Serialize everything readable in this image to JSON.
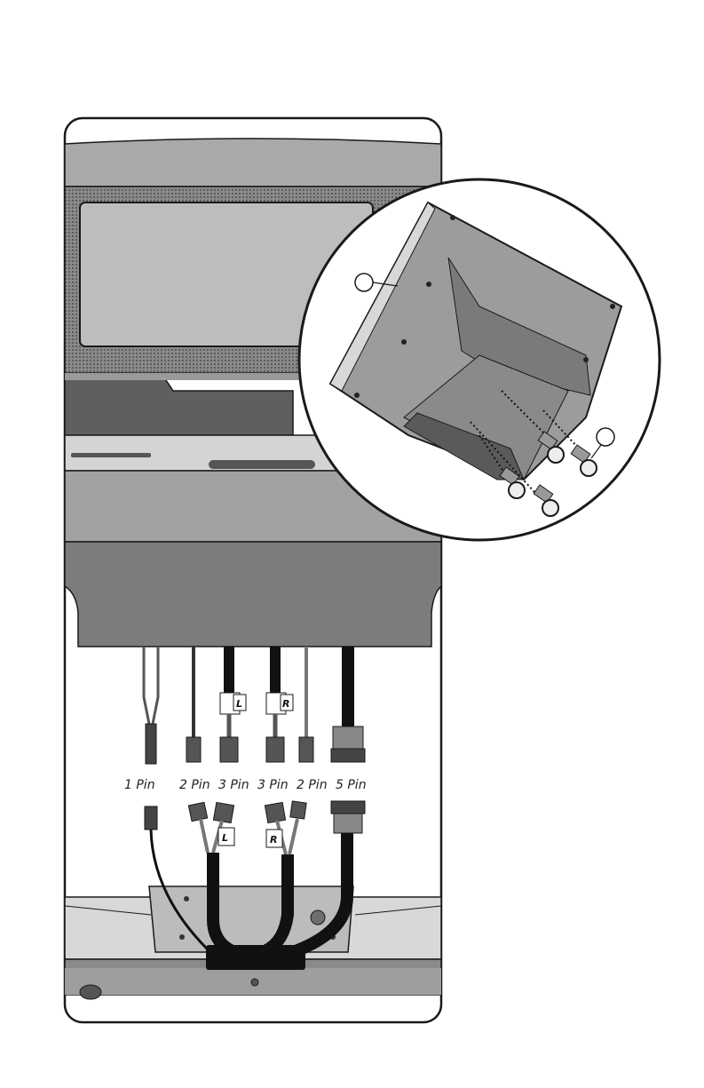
{
  "figure": {
    "connector_labels": [
      "1 Pin",
      "2 Pin",
      "3 Pin",
      "3 Pin",
      "2 Pin",
      "5 Pin"
    ],
    "left_tag": "L",
    "right_tag": "R",
    "colors": {
      "outline": "#1a1a1a",
      "panel_light": "#c8c8c8",
      "panel_mid": "#9a9a9a",
      "panel_dark": "#6e6e6e",
      "cable": "#111111",
      "background": "#ffffff"
    }
  }
}
